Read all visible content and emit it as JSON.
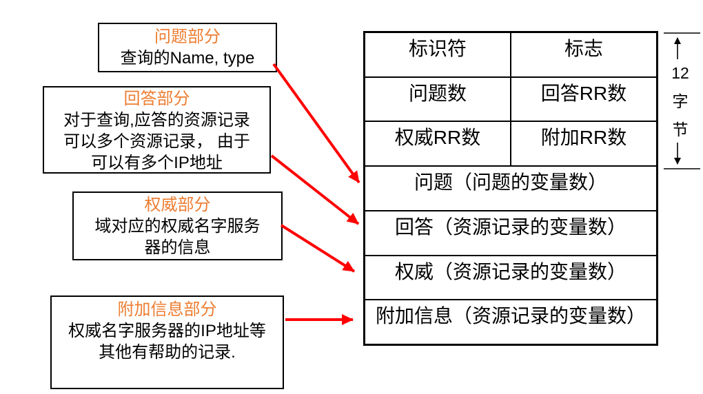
{
  "colors": {
    "accent_orange": "#ED7D31",
    "arrow_red": "#FF0000",
    "line_black": "#000000"
  },
  "table": {
    "header_rows": [
      {
        "left": "标识符",
        "right": "标志"
      },
      {
        "left": "问题数",
        "right": "回答RR数"
      },
      {
        "left": "权威RR数",
        "right": "附加RR数"
      }
    ],
    "merged_rows": [
      "问题（问题的变量数）",
      "回答（资源记录的变量数）",
      "权威（资源记录的变量数）",
      "附加信息（资源记录的变量数）"
    ]
  },
  "callouts": [
    {
      "title": "问题部分",
      "lines": [
        "查询的Name, type"
      ]
    },
    {
      "title": "回答部分",
      "lines": [
        "对于查询,应答的资源记录",
        "可以多个资源记录， 由于",
        "可以有多个IP地址"
      ]
    },
    {
      "title": "权威部分",
      "lines": [
        "域对应的权威名字服务",
        "器的信息"
      ]
    },
    {
      "title": "附加信息部分",
      "lines": [
        "权威名字服务器的IP地址等",
        "其他有帮助的记录."
      ]
    }
  ],
  "byte_marker": {
    "lines": [
      "12",
      "字",
      "节"
    ]
  }
}
